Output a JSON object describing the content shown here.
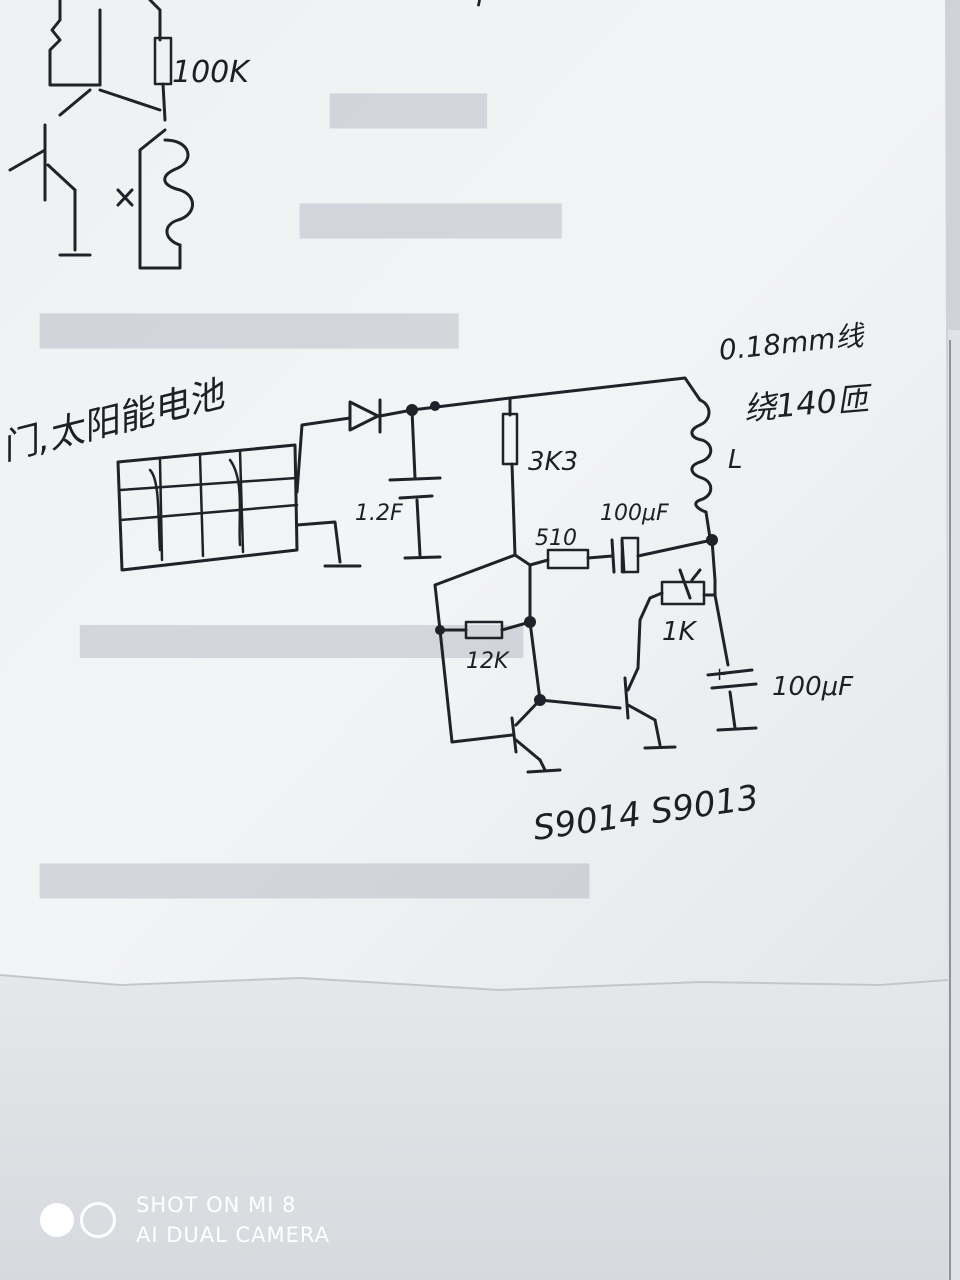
{
  "notes": {
    "top_resistor": "100K",
    "solar_label": "门,太阳能电池",
    "capacitor_left": "1.2F",
    "resistor_3k3": "3K3",
    "coil_spec_line1": "0.18mm线",
    "coil_spec_line2": "绕140匝",
    "inductor": "L",
    "resistor_510": "510",
    "cap_100uf_top": "100μF",
    "resistor_12k": "12K",
    "resistor_1k": "1K",
    "cap_100uf_right": "100μF",
    "transistors": "S9014 S9013"
  },
  "watermark": {
    "line1": "SHOT ON MI 8",
    "line2": "AI DUAL CAMERA"
  }
}
